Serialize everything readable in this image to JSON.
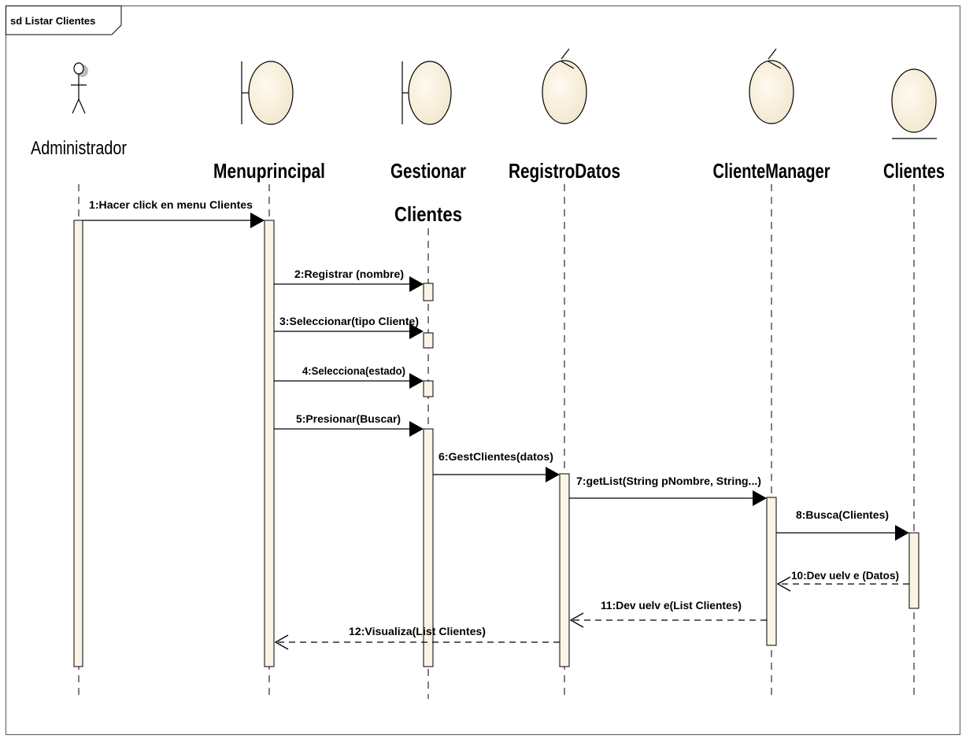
{
  "diagram": {
    "frame_label": "sd Listar Clientes",
    "colors": {
      "fill": "#fbf4e6",
      "stroke": "#000000",
      "background": "#ffffff"
    },
    "lifelines": [
      {
        "id": "admin",
        "kind": "actor",
        "name_lines": [
          "Administrador"
        ]
      },
      {
        "id": "menu",
        "kind": "boundary",
        "name_lines": [
          "Menuprincipal"
        ]
      },
      {
        "id": "gestionar",
        "kind": "boundary",
        "name_lines": [
          "Gestionar",
          "Clientes"
        ]
      },
      {
        "id": "registro",
        "kind": "control",
        "name_lines": [
          "RegistroDatos"
        ]
      },
      {
        "id": "manager",
        "kind": "control",
        "name_lines": [
          "ClienteManager"
        ]
      },
      {
        "id": "clientes",
        "kind": "entity",
        "name_lines": [
          "Clientes"
        ]
      }
    ],
    "messages": [
      {
        "label": "1:Hacer click en menu Clientes",
        "from": "admin",
        "to": "menu",
        "kind": "sync"
      },
      {
        "label": "2:Registrar (nombre)",
        "from": "menu",
        "to": "gestionar",
        "kind": "sync"
      },
      {
        "label": "3:Seleccionar(tipo Cliente)",
        "from": "menu",
        "to": "gestionar",
        "kind": "sync"
      },
      {
        "label": "4:Selecciona(estado)",
        "from": "menu",
        "to": "gestionar",
        "kind": "sync"
      },
      {
        "label": "5:Presionar(Buscar)",
        "from": "menu",
        "to": "gestionar",
        "kind": "sync"
      },
      {
        "label": "6:GestClientes(datos)",
        "from": "gestionar",
        "to": "registro",
        "kind": "sync"
      },
      {
        "label": "7:getList(String pNombre, String...)",
        "from": "registro",
        "to": "manager",
        "kind": "sync"
      },
      {
        "label": "8:Busca(Clientes)",
        "from": "manager",
        "to": "clientes",
        "kind": "sync"
      },
      {
        "label": "10:Dev uelv e (Datos)",
        "from": "clientes",
        "to": "manager",
        "kind": "return"
      },
      {
        "label": "11:Dev uelv e(List Clientes)",
        "from": "manager",
        "to": "registro",
        "kind": "return"
      },
      {
        "label": "12:Visualiza(List Clientes)",
        "from": "registro",
        "to": "menu",
        "kind": "return"
      }
    ]
  }
}
